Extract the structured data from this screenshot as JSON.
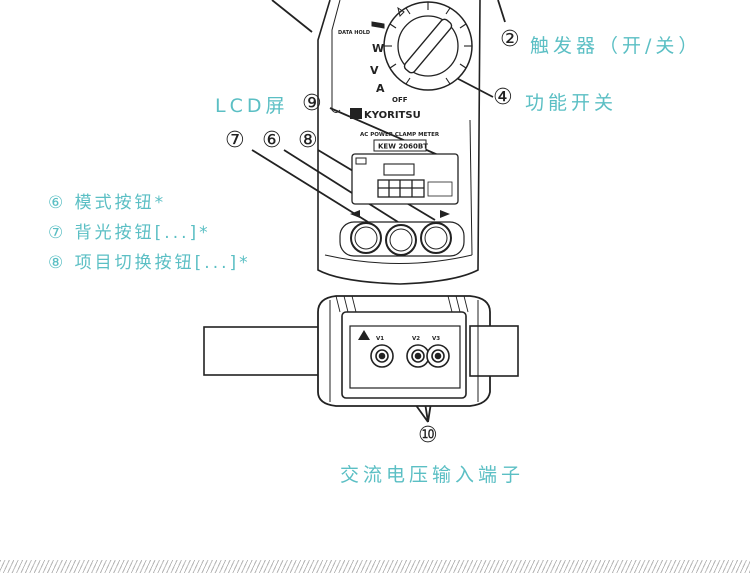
{
  "labels": {
    "trigger": "触发器（开/关）",
    "function_switch": "功能开关",
    "lcd": "LCD屏",
    "mode_button": "模式按钮*",
    "backlight_button": "背光按钮[...]*",
    "item_switch_button": "项目切换按钮[...]*",
    "voltage_terminals": "交流电压输入端子"
  },
  "callouts": {
    "trigger": "②",
    "function_switch": "④",
    "lcd": "⑨",
    "btn_7": "⑦",
    "btn_6": "⑥",
    "btn_8": "⑧",
    "list_6": "⑥",
    "list_7": "⑦",
    "list_8": "⑧",
    "terminals": "⑩"
  },
  "device": {
    "brand": "KYORITSU",
    "subtitle": "AC POWER CLAMP METER",
    "model": "KEW 2060BT",
    "data_hold": "DATA HOLD",
    "dial_off": "OFF",
    "dial_v": "V",
    "dial_a": "A",
    "dial_w": "W",
    "terminal_v1": "V1",
    "terminal_v2": "V2",
    "terminal_v3": "V3"
  },
  "colors": {
    "accent": "#5bbfc4",
    "ink": "#222222"
  }
}
